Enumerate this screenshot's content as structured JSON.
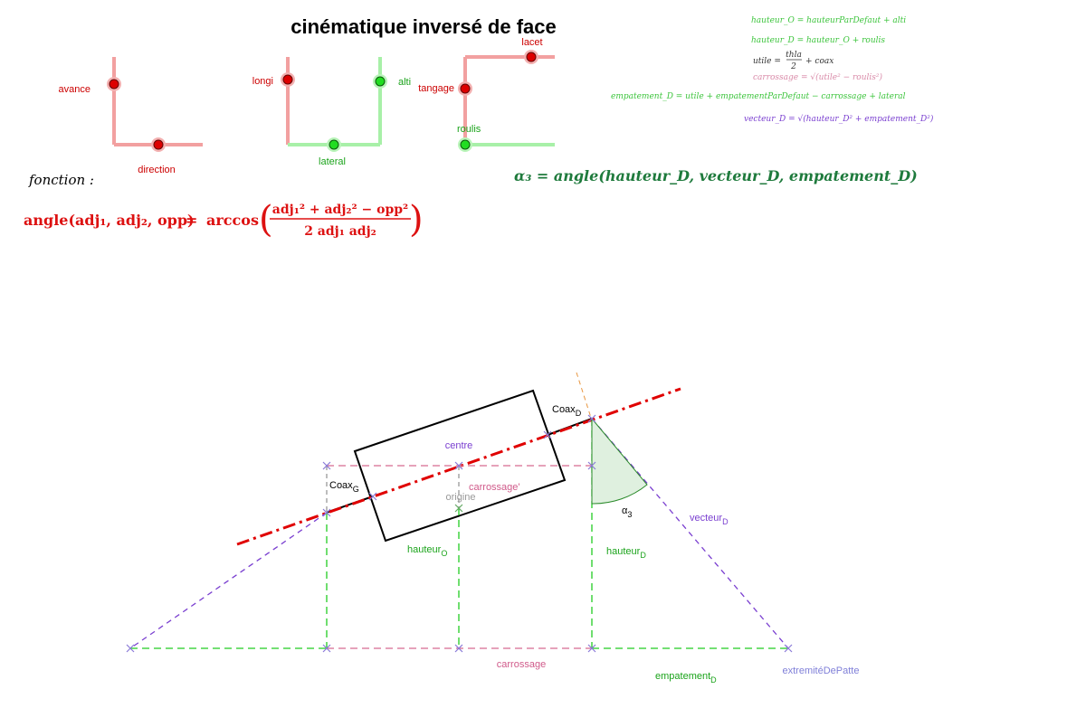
{
  "title": "cinématique inversé de face",
  "sliders": {
    "avance": "avance",
    "direction": "direction",
    "longi": "longi",
    "alti": "alti",
    "lateral": "lateral",
    "tangage": "tangage",
    "lacet": "lacet",
    "roulis": "roulis"
  },
  "fonction_label": "fonction :",
  "angle_formula": {
    "lhs": "angle(adj₁, adj₂, opp)",
    "eq": "=",
    "func": "arccos",
    "numerator": "adj₁² + adj₂² − opp²",
    "denominator": "2 adj₁ adj₂"
  },
  "formulas": {
    "f1": "hauteur_O = hauteurParDefaut + alti",
    "f2": "hauteur_D = hauteur_O + roulis",
    "f3_left": "utile =",
    "f3_num": "thla",
    "f3_den": "2",
    "f3_right": "+ coax",
    "f4": "carrossage = √(utile² − roulis²)",
    "f5": "empatement_D = utile + empatementParDefaut − carrossage + lateral",
    "f6": "vecteur_D = √(hauteur_D² + empatement_D²)"
  },
  "alpha_formula": "α₃ = angle(hauteur_D, vecteur_D, empatement_D)",
  "diagram": {
    "centre": "centre",
    "coax_d": "Coax",
    "coax_d_sub": "D",
    "coax_g": "Coax",
    "coax_g_sub": "G",
    "carrossage_prime": "carrossage'",
    "origine": "origine",
    "hauteur_o": "hauteur",
    "hauteur_o_sub": "O",
    "hauteur_d": "hauteur",
    "hauteur_d_sub": "D",
    "alpha3": "α",
    "alpha3_sub": "3",
    "vecteur_d": "vecteur",
    "vecteur_d_sub": "D",
    "carrossage": "carrossage",
    "empatement_d": "empatement",
    "empatement_d_sub": "D",
    "extremite": "extremitéDePatte"
  },
  "colors": {
    "red": "#cc0000",
    "green": "#1aa31a",
    "purple": "#7a3fd0",
    "pink": "#d05a8a",
    "slider_red": "#f2a0a0",
    "slider_green": "#a8f0a8"
  }
}
